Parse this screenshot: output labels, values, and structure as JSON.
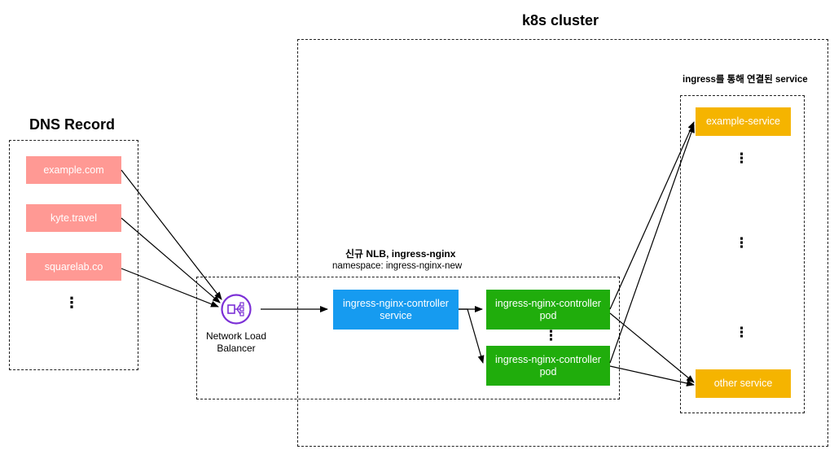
{
  "titles": {
    "cluster": "k8s cluster",
    "dns": "DNS Record",
    "services_group": "ingress를 통해 연결된 service",
    "nlb_group": "신규 NLB, ingress-nginx",
    "nlb_namespace": "namespace: ingress-nginx-new"
  },
  "dns_records": [
    "example.com",
    "kyte.travel",
    "squarelab.co"
  ],
  "dns_more": "⋮",
  "load_balancer": {
    "icon": "network-load-balancer-icon",
    "label": "Network Load Balancer",
    "color": "#7b2fd6"
  },
  "controller_service": "ingress-nginx-controller service",
  "controller_pods": [
    "ingress-nginx-controller pod",
    "ingress-nginx-controller pod"
  ],
  "pods_more": "⋮",
  "services": [
    "example-service",
    "other service"
  ],
  "services_more": [
    "⋮",
    "⋮",
    "⋮"
  ],
  "colors": {
    "dns": "#ff9994",
    "controller_service": "#169bf0",
    "pod": "#20ad0c",
    "service": "#f5b400"
  }
}
